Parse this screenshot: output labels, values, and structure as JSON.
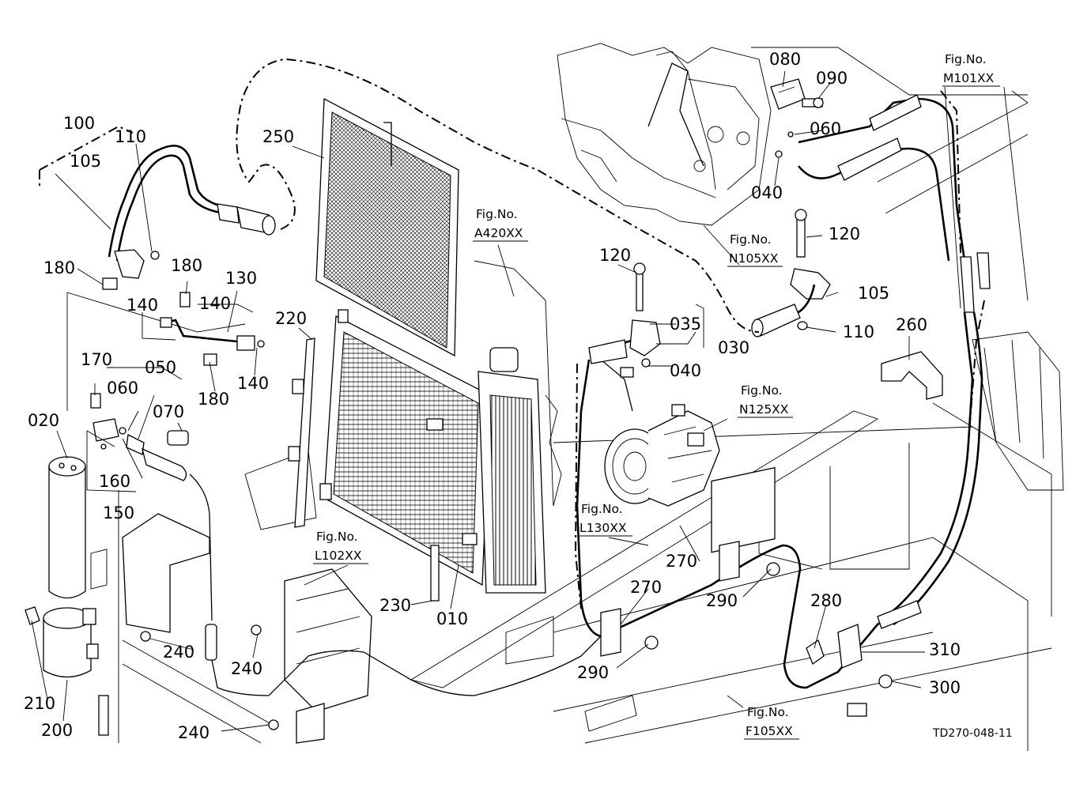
{
  "drawing_code": "TD270-048-11",
  "callouts": {
    "c100": "100",
    "c105a": "105",
    "c110a": "110",
    "c180a": "180",
    "c180b": "180",
    "c130": "130",
    "c140a": "140",
    "c140b": "140",
    "c180c": "180",
    "c140c": "140",
    "c170": "170",
    "c050": "050",
    "c060a": "060",
    "c070": "070",
    "c020": "020",
    "c160": "160",
    "c150": "150",
    "c210": "210",
    "c200": "200",
    "c240a": "240",
    "c240b": "240",
    "c240c": "240",
    "c220": "220",
    "c250": "250",
    "c230": "230",
    "c010": "010",
    "c120a": "120",
    "c035": "035",
    "c030": "030",
    "c040a": "040",
    "c080": "080",
    "c090": "090",
    "c060b": "060",
    "c040b": "040",
    "c120b": "120",
    "c105b": "105",
    "c110b": "110",
    "c260": "260",
    "c270a": "270",
    "c270b": "270",
    "c290a": "290",
    "c290b": "290",
    "c280": "280",
    "c310": "310",
    "c300": "300"
  },
  "figure_refs": {
    "m101": {
      "prefix": "Fig.No.",
      "code": "M101XX"
    },
    "a420": {
      "prefix": "Fig.No.",
      "code": "A420XX"
    },
    "n105": {
      "prefix": "Fig.No.",
      "code": "N105XX"
    },
    "n125": {
      "prefix": "Fig.No.",
      "code": "N125XX"
    },
    "l130": {
      "prefix": "Fig.No.",
      "code": "L130XX"
    },
    "l102": {
      "prefix": "Fig.No.",
      "code": "L102XX"
    },
    "f105": {
      "prefix": "Fig.No.",
      "code": "F105XX"
    }
  }
}
